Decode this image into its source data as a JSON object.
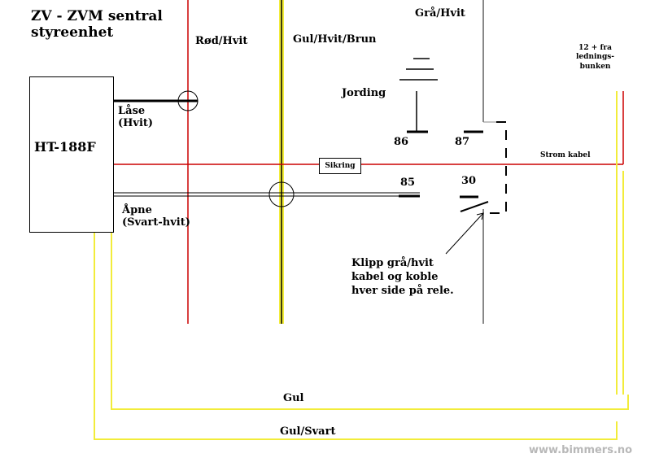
{
  "title_lines": [
    "ZV - ZVM sentral",
    "styreenhet"
  ],
  "control_unit": {
    "name": "HT-188F"
  },
  "wire_labels": {
    "red_white": "Rød/Hvit",
    "yellow_white_brown": "Gul/Hvit/Brun",
    "grey_white": "Grå/Hvit",
    "plus12": [
      "12 + fra",
      "lednings-",
      "bunken"
    ],
    "lock": [
      "Låse",
      "(Hvit)"
    ],
    "unlock": [
      "Åpne",
      "(Svart-hvit)"
    ],
    "ground": "Jording",
    "power_cable": "Strom kabel",
    "fuse": "Sikring",
    "yellow": "Gul",
    "yellow_black": "Gul/Svart"
  },
  "relay_pins": {
    "p86": "86",
    "p87": "87",
    "p85": "85",
    "p30": "30"
  },
  "note_lines": [
    "Klipp grå/hvit",
    "kabel og koble",
    "hver side på rele."
  ],
  "watermark": "www.bimmers.no",
  "colors": {
    "red": "#cc0000",
    "yellow": "#f2ec3a",
    "black": "#000000",
    "grey": "#999999"
  }
}
